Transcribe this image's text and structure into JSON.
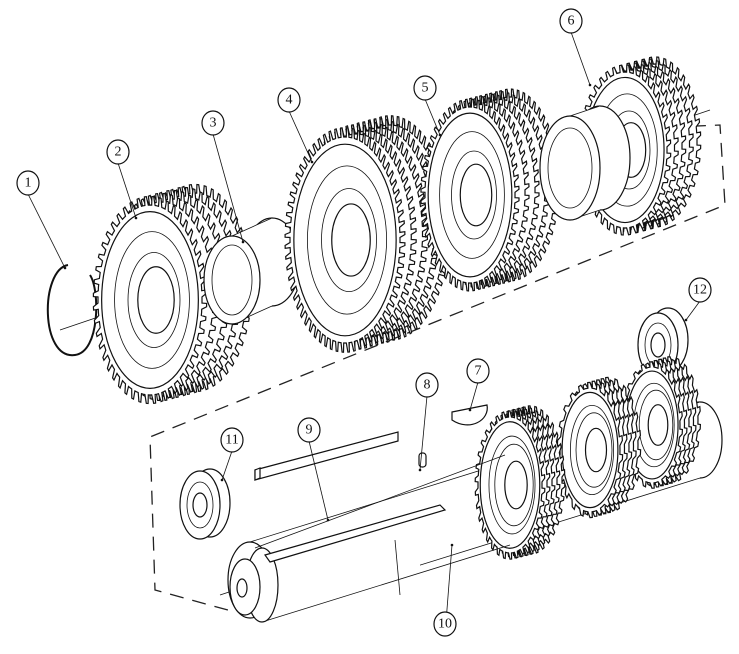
{
  "diagram": {
    "type": "exploded-assembly",
    "callouts": [
      {
        "label": "1",
        "part": "retaining-ring"
      },
      {
        "label": "2",
        "part": "gear"
      },
      {
        "label": "3",
        "part": "spacer-sleeve"
      },
      {
        "label": "4",
        "part": "gear"
      },
      {
        "label": "5",
        "part": "gear"
      },
      {
        "label": "6",
        "part": "gear-with-hub"
      },
      {
        "label": "7",
        "part": "woodruff-key"
      },
      {
        "label": "8",
        "part": "pin"
      },
      {
        "label": "9",
        "part": "key"
      },
      {
        "label": "10",
        "part": "gear-shaft"
      },
      {
        "label": "11",
        "part": "ball-bearing"
      },
      {
        "label": "12",
        "part": "ball-bearing"
      }
    ]
  }
}
